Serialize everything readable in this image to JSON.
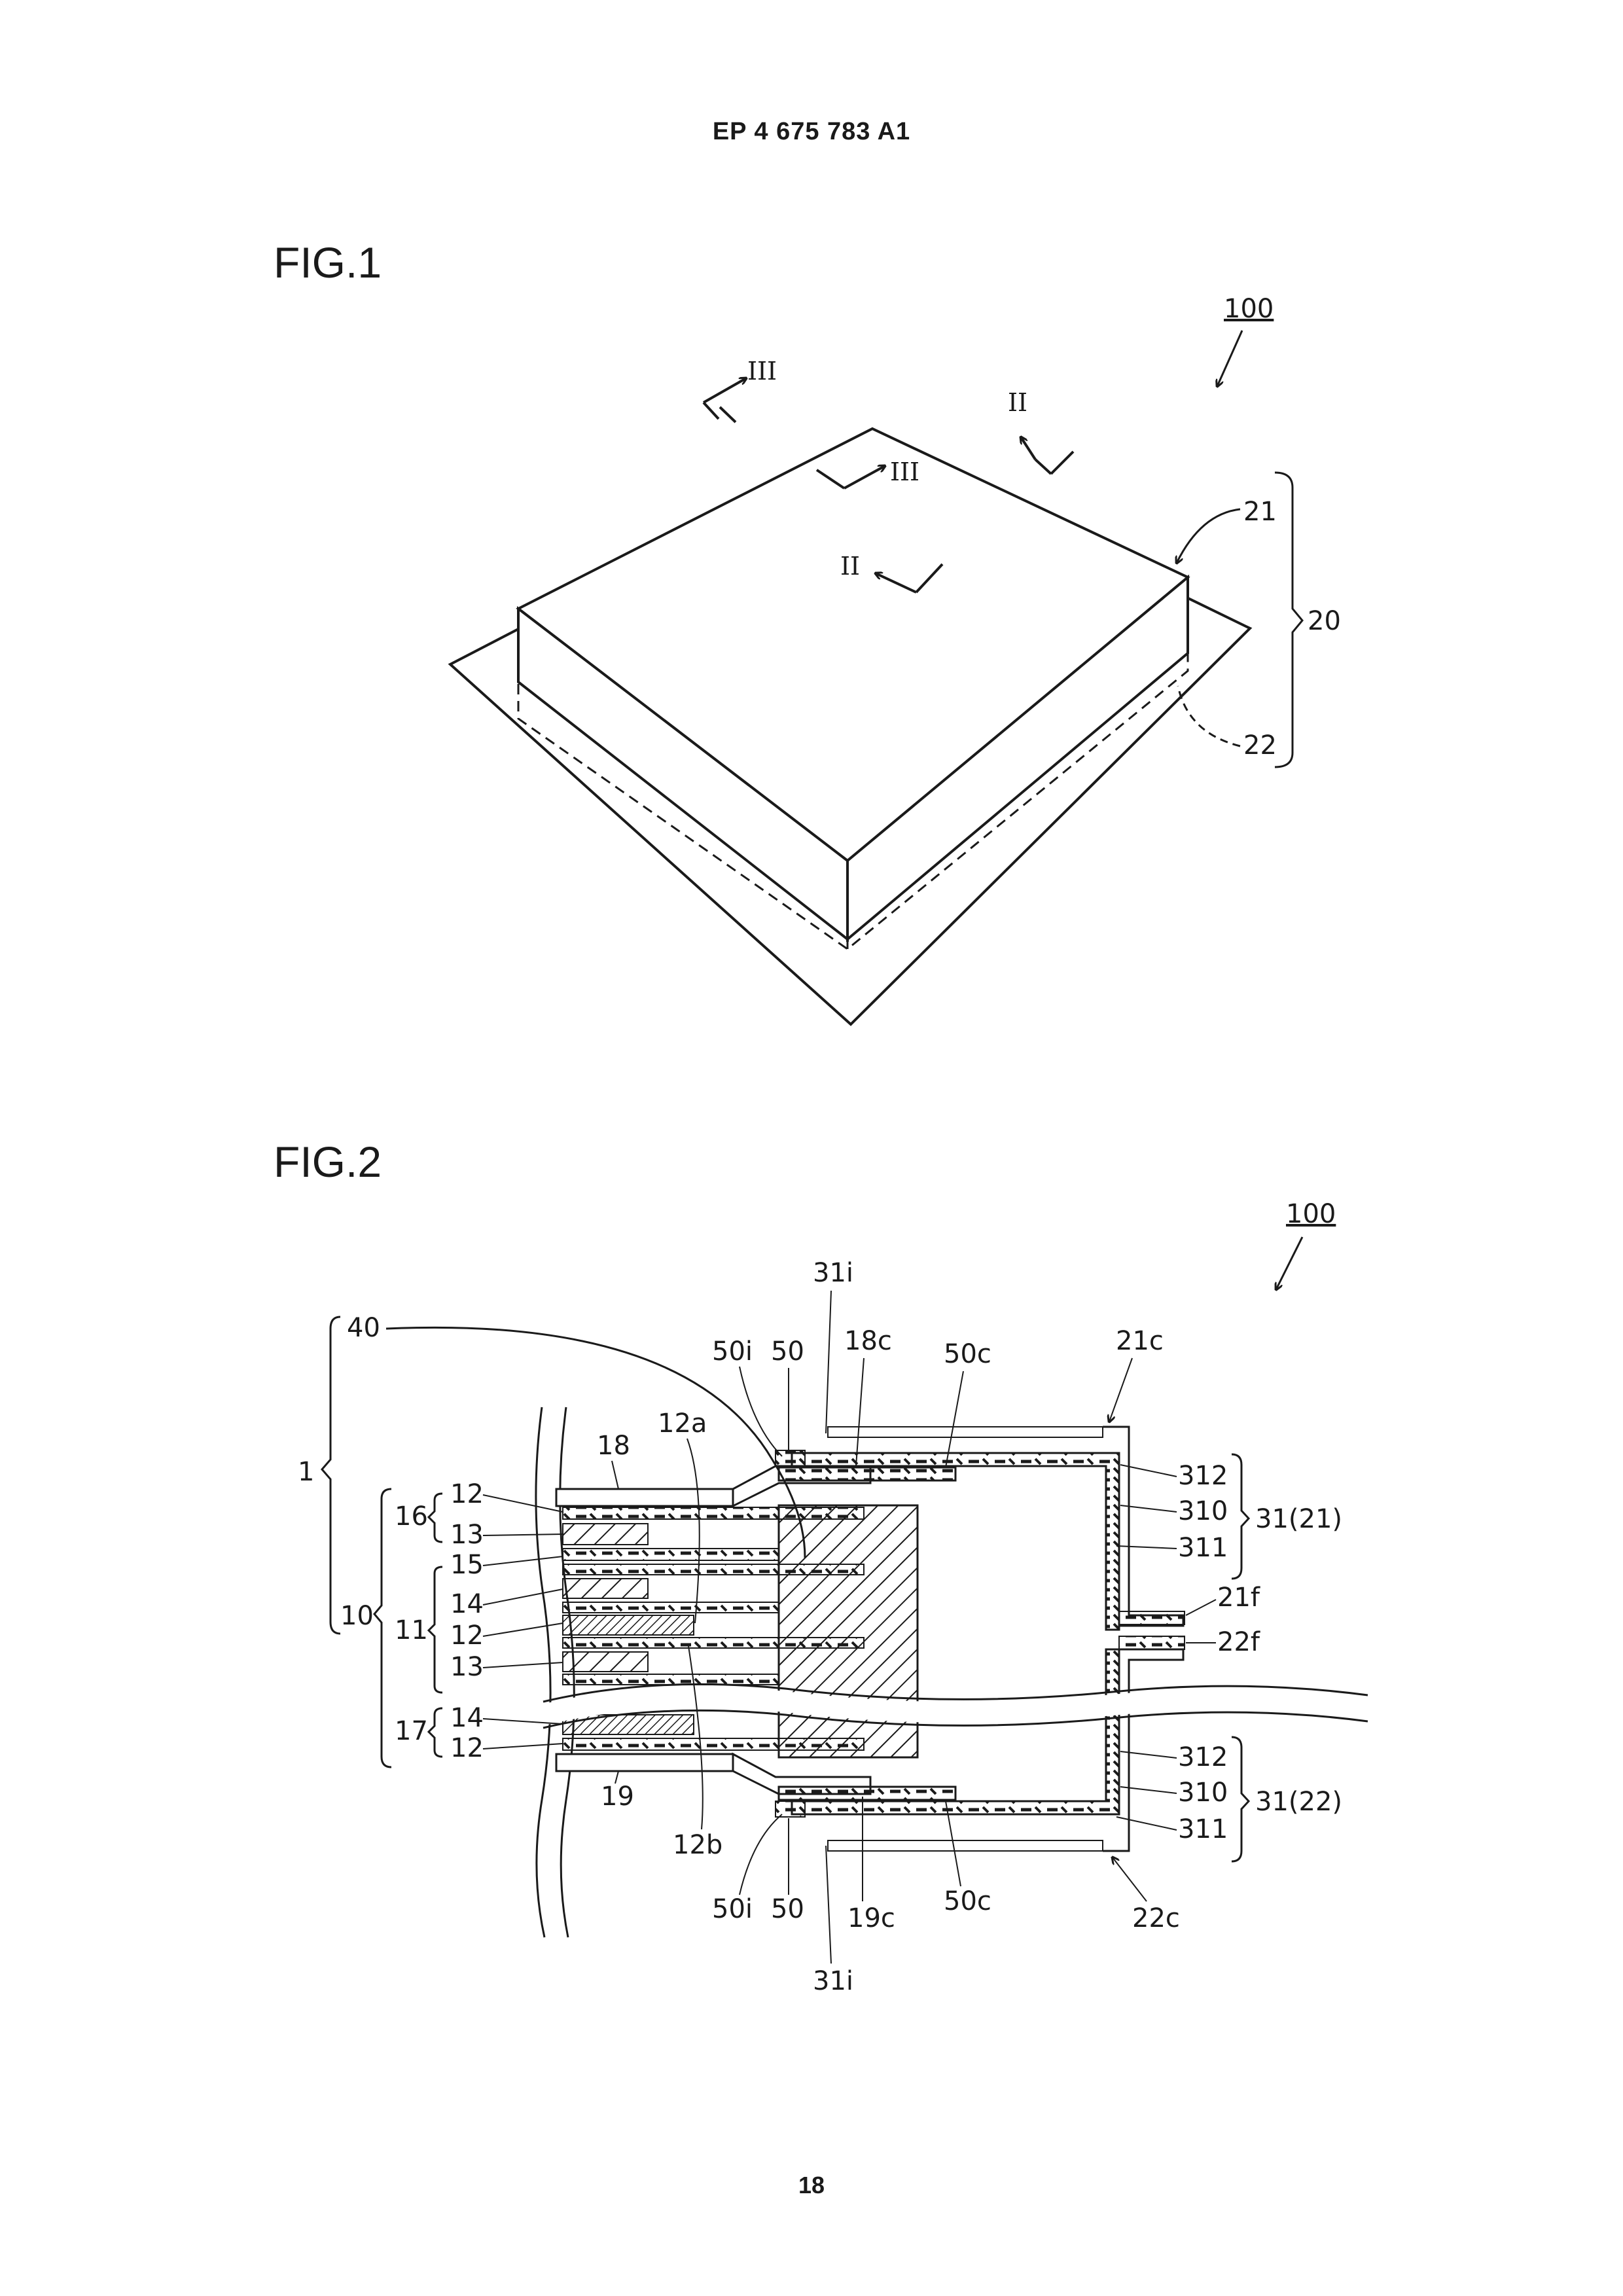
{
  "header": {
    "publication": "EP 4 675 783 A1"
  },
  "footer": {
    "page_number": "18"
  },
  "fig1": {
    "title": "FIG.1",
    "labels": {
      "assembly": "100",
      "section_iii": "III",
      "section_ii": "II",
      "upper": "21",
      "pair": "20",
      "lower": "22"
    }
  },
  "fig2": {
    "title": "FIG.2",
    "labels": {
      "assembly": "100",
      "l1": "1",
      "l10": "10",
      "l11": "11",
      "l12": "12",
      "l12a": "12a",
      "l12b": "12b",
      "l13": "13",
      "l14": "14",
      "l15": "15",
      "l16": "16",
      "l17": "17",
      "l18": "18",
      "l18c": "18c",
      "l19": "19",
      "l19c": "19c",
      "l21c": "21c",
      "l21f": "21f",
      "l22c": "22c",
      "l22f": "22f",
      "l31i": "31i",
      "l40": "40",
      "l50": "50",
      "l50i": "50i",
      "l50c": "50c",
      "l310": "310",
      "l311": "311",
      "l312": "312",
      "l31_21": "31(21)",
      "l31_22": "31(22)"
    }
  }
}
